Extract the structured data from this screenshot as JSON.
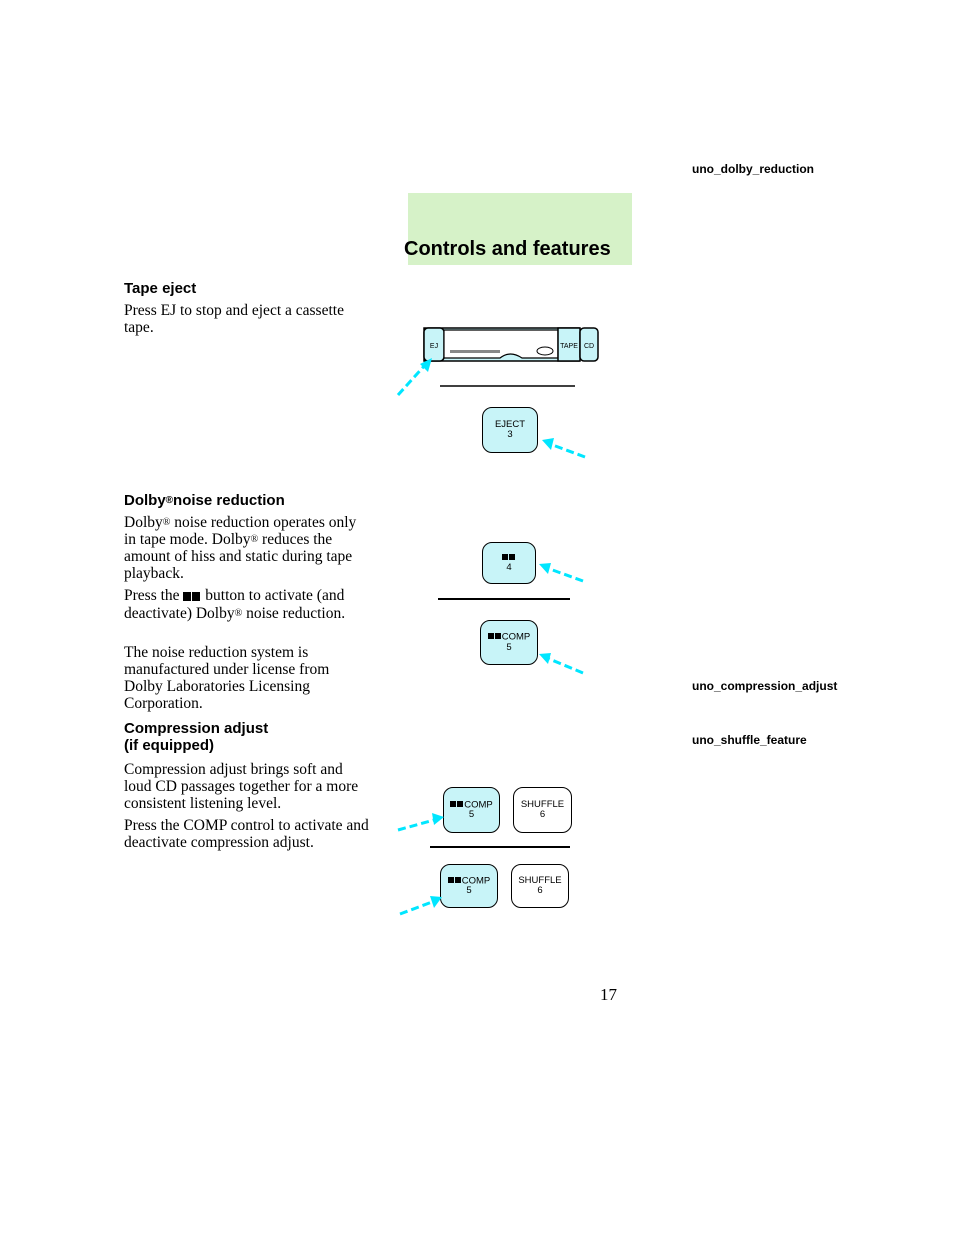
{
  "tags": {
    "dolby": "uno_dolby_reduction",
    "compression": "uno_compression_adjust",
    "shuffle": "uno_shuffle_feature"
  },
  "header": {
    "title": "Controls and features"
  },
  "sections": {
    "tape_eject": {
      "heading": "Tape eject",
      "para1": "Press EJ to stop and eject a cassette tape."
    },
    "dolby": {
      "heading_a": "Dolby",
      "heading_b": "noise reduction",
      "mark": "®",
      "p1_a": "Dolby",
      "p1_b": "noise reduction operates only in tape mode. Dolby",
      "p1_c": "reduces the amount of hiss and static during tape playback.",
      "p2_a": "Press the",
      "p2_b": "button to activate (and deactivate) Dolby",
      "p2_c": "noise reduction.",
      "p3": "The noise reduction system is manufactured under license from Dolby Laboratories Licensing Corporation."
    },
    "compression": {
      "heading1": "Compression adjust",
      "heading2": "(if equipped)",
      "p1": "Compression adjust brings soft and loud CD passages together for a more consistent listening level.",
      "p2": "Press the COMP control to activate and deactivate compression adjust."
    }
  },
  "figures": {
    "cassette": {
      "ej": "EJ",
      "tape": "TAPE",
      "cd": "CD"
    },
    "eject_button": {
      "label": "EJECT",
      "number": "3"
    },
    "dolby_button": {
      "number": "4"
    },
    "comp_button": {
      "label": "COMP",
      "number": "5"
    },
    "shuffle_button": {
      "label": "SHUFFLE",
      "number": "6"
    }
  },
  "colors": {
    "header_band": "#d6f2c8",
    "button_fill": "#c8f4f8",
    "arrow": "#00e6ff"
  },
  "page_number": "17"
}
